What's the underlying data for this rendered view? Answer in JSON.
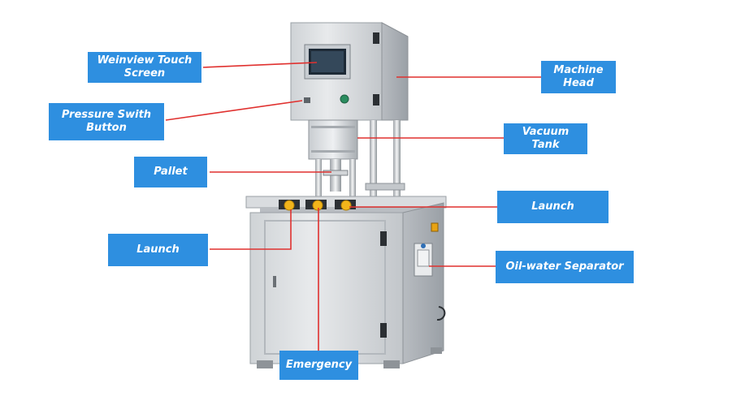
{
  "colors": {
    "label_bg": "#2e8fe0",
    "label_text": "#ffffff",
    "leader_line": "#e0312f",
    "steel_light": "#d9dcdf",
    "steel_mid": "#b9bdc2",
    "steel_dark": "#8e9398",
    "screen": "#1d2a36",
    "knob_yellow": "#f2b51b"
  },
  "labels": {
    "touch_screen": "Weinview Touch\nScreen",
    "pressure_button": "Pressure Swith\nButton",
    "pallet": "Pallet",
    "launch_left": "Launch",
    "machine_head": "Machine\nHead",
    "vacuum_tank": "Vacuum\nTank",
    "launch_right": "Launch",
    "oil_water_separator": "Oil-water Separator",
    "emergency": "Emergency"
  }
}
